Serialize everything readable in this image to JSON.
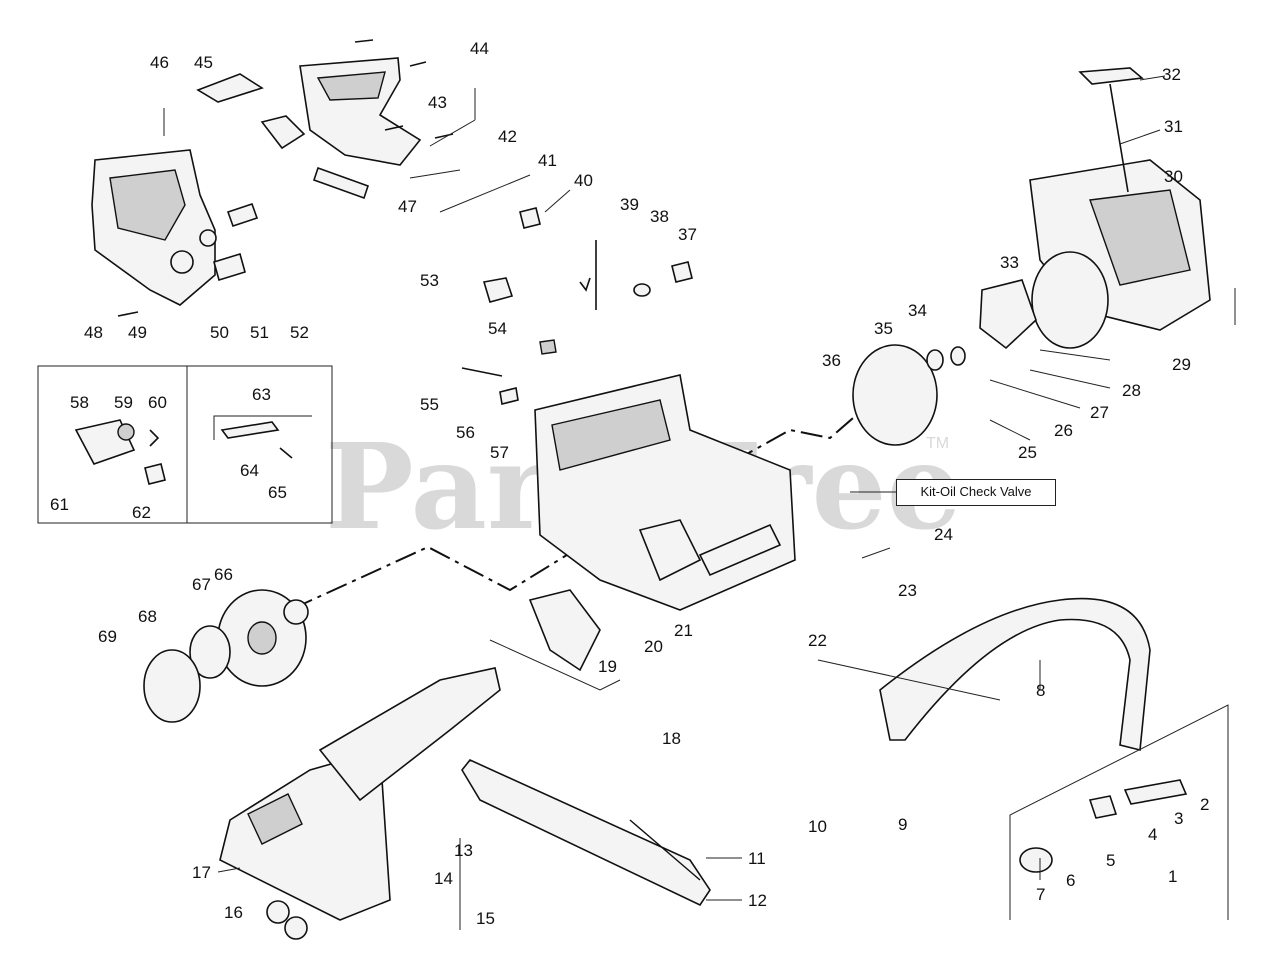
{
  "diagram": {
    "watermark": "PartsTree",
    "watermark_tm": "TM",
    "callout": "Kit-Oil Check Valve",
    "labels": [
      "1",
      "2",
      "3",
      "4",
      "5",
      "6",
      "7",
      "8",
      "9",
      "10",
      "11",
      "12",
      "13",
      "14",
      "15",
      "16",
      "17",
      "18",
      "19",
      "20",
      "21",
      "22",
      "23",
      "24",
      "25",
      "26",
      "27",
      "28",
      "29",
      "30",
      "31",
      "32",
      "33",
      "34",
      "35",
      "36",
      "37",
      "38",
      "39",
      "40",
      "41",
      "42",
      "43",
      "44",
      "45",
      "46",
      "47",
      "48",
      "49",
      "50",
      "51",
      "52",
      "53",
      "54",
      "55",
      "56",
      "57",
      "58",
      "59",
      "60",
      "61",
      "62",
      "63",
      "64",
      "65",
      "66",
      "67",
      "68",
      "69"
    ]
  }
}
